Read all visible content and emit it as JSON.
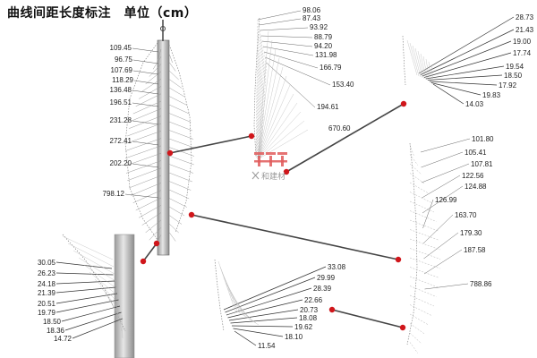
{
  "title": "曲线间距长度标注　单位（cm）",
  "logo": {
    "text": "和建材",
    "color": "#e05a5a"
  },
  "colors": {
    "accent": "#d0161b",
    "line": "#555555",
    "curve": "#888888",
    "label": "#222222"
  },
  "groups": [
    {
      "id": "main-left",
      "labels": [
        "109.45",
        "96.75",
        "107.69",
        "118.29",
        "136.48",
        "196.51",
        "231.28",
        "272.41",
        "202.20",
        "798.12"
      ]
    },
    {
      "id": "center-fan",
      "labels": [
        "98.06",
        "87.43",
        "93.92",
        "88.79",
        "94.20",
        "131.98",
        "166.79",
        "153.40",
        "194.61"
      ]
    },
    {
      "id": "center-length",
      "labels": [
        "670.60"
      ]
    },
    {
      "id": "top-right-fan",
      "labels": [
        "28.73",
        "21.43",
        "19.00",
        "17.74",
        "19.54",
        "18.50",
        "17.92",
        "19.83",
        "14.03"
      ]
    },
    {
      "id": "right-fan",
      "labels": [
        "101.80",
        "105.41",
        "107.81",
        "122.56",
        "124.88",
        "126.99",
        "163.70",
        "179.30",
        "187.58",
        "788.86"
      ]
    },
    {
      "id": "bottom-left-fan",
      "labels": [
        "30.05",
        "26.23",
        "24.18",
        "21.39",
        "20.51",
        "19.79",
        "18.50",
        "18.36",
        "14.72"
      ]
    },
    {
      "id": "bottom-center-fan",
      "labels": [
        "33.08",
        "29.99",
        "28.39",
        "22.66",
        "20.73",
        "18.08",
        "19.62",
        "18.10",
        "11.54"
      ]
    }
  ]
}
